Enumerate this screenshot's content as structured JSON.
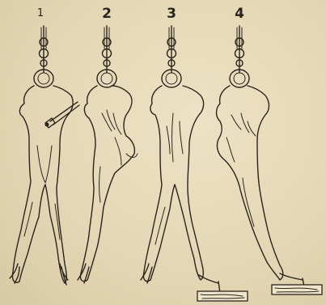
{
  "figure": {
    "panel_labels": [
      "1",
      "2",
      "3",
      "4"
    ]
  }
}
